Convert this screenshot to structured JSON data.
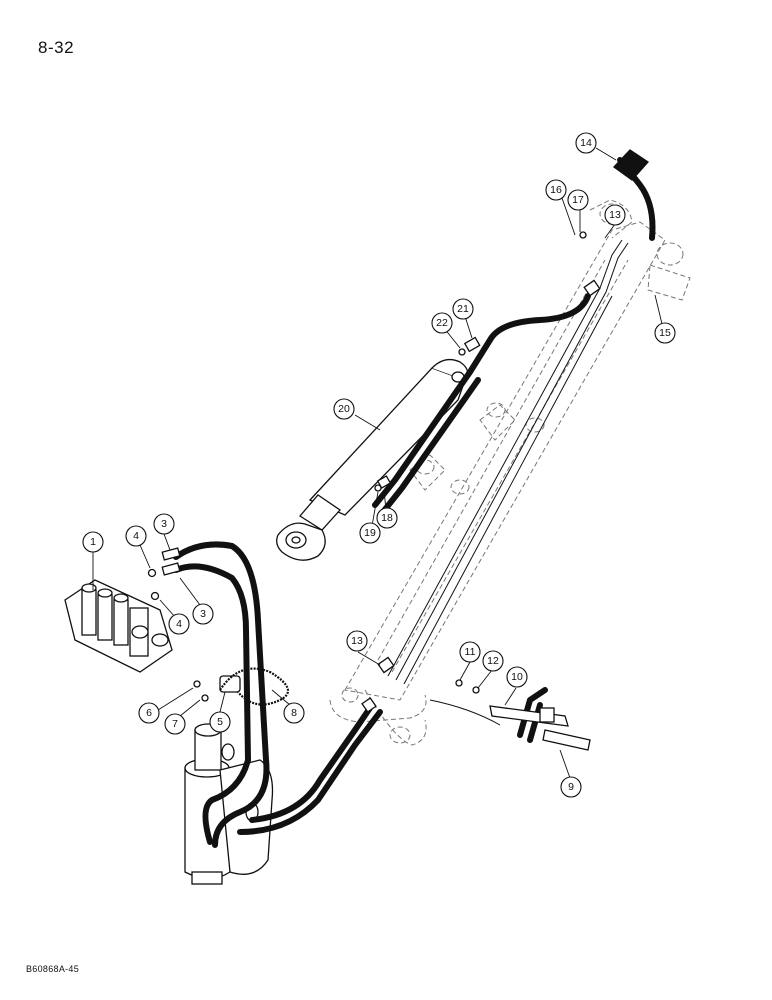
{
  "page": {
    "number": "8-32",
    "figure_code": "B60868A-45"
  },
  "diagram": {
    "callouts": [
      {
        "id": "1",
        "label": "1"
      },
      {
        "id": "3a",
        "label": "3"
      },
      {
        "id": "3b",
        "label": "3"
      },
      {
        "id": "4a",
        "label": "4"
      },
      {
        "id": "4b",
        "label": "4"
      },
      {
        "id": "5",
        "label": "5"
      },
      {
        "id": "6",
        "label": "6"
      },
      {
        "id": "7",
        "label": "7"
      },
      {
        "id": "8",
        "label": "8"
      },
      {
        "id": "9",
        "label": "9"
      },
      {
        "id": "10",
        "label": "10"
      },
      {
        "id": "11",
        "label": "11"
      },
      {
        "id": "12",
        "label": "12"
      },
      {
        "id": "13a",
        "label": "13"
      },
      {
        "id": "13b",
        "label": "13"
      },
      {
        "id": "14",
        "label": "14"
      },
      {
        "id": "15",
        "label": "15"
      },
      {
        "id": "16",
        "label": "16"
      },
      {
        "id": "17",
        "label": "17"
      },
      {
        "id": "18",
        "label": "18"
      },
      {
        "id": "19",
        "label": "19"
      },
      {
        "id": "20",
        "label": "20"
      },
      {
        "id": "21",
        "label": "21"
      },
      {
        "id": "22",
        "label": "22"
      }
    ]
  }
}
